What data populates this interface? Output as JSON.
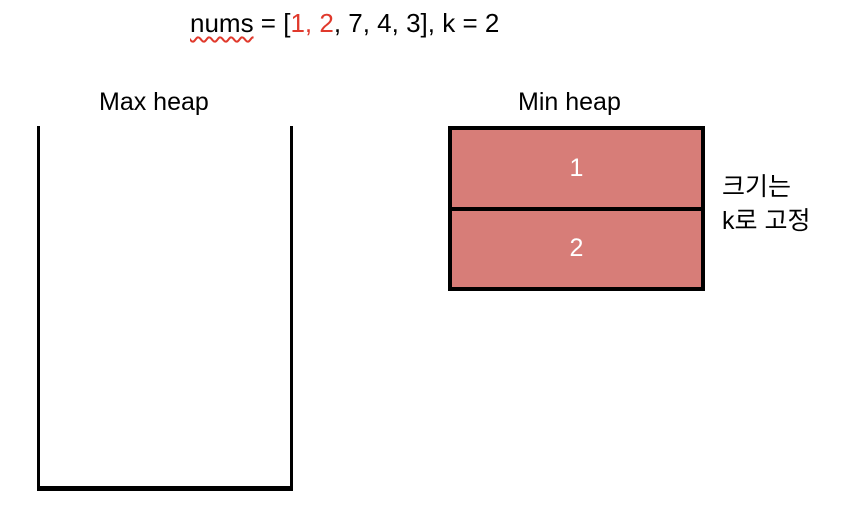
{
  "colors": {
    "red": "#e0392c",
    "heapFill": "#d77d78",
    "outline": "#000000",
    "cellText": "#ffffff"
  },
  "title": {
    "var_name": "nums",
    "assign": " = [",
    "highlight_first": "1,",
    "space": " ",
    "highlight_second": "2",
    "rest": ", 7, 4, 3], k = 2"
  },
  "max_heap": {
    "label": "Max heap",
    "items": []
  },
  "min_heap": {
    "label": "Min heap",
    "items": [
      "1",
      "2"
    ],
    "annotation": "크기는\nk로 고정"
  }
}
